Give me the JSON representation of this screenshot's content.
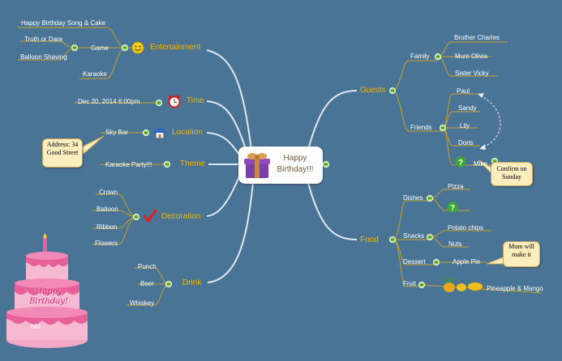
{
  "center": {
    "title": "Happy Birthday!!!"
  },
  "left_branches": {
    "entertainment": {
      "label": "Entertainment",
      "items": [
        "Happy Birthday Song & Cake",
        "Game",
        "Karaoke"
      ],
      "game_items": [
        "Truth or Dare",
        "Balloon Shaving"
      ]
    },
    "time": {
      "label": "Time",
      "value": "Dec 20, 2014   6:00pm"
    },
    "location": {
      "label": "Location",
      "value": "Sky Bar",
      "note": "Address: 34 Good Street"
    },
    "theme": {
      "label": "Theme",
      "value": "Karaoke Party!!!"
    },
    "decoration": {
      "label": "Decoration",
      "items": [
        "Crown",
        "Balloon",
        "Ribbon",
        "Flowers"
      ]
    },
    "drink": {
      "label": "Drink",
      "items": [
        "Punch",
        "Beer",
        "Whiskey"
      ]
    }
  },
  "right_branches": {
    "guests": {
      "label": "Guests",
      "family": {
        "label": "Family",
        "items": [
          "Brother Charles",
          "Mum Olivia",
          "Sister Vicky"
        ]
      },
      "friends": {
        "label": "Friends",
        "items": [
          "Paul",
          "Sandy",
          "Lily",
          "Doris",
          "Mike"
        ]
      },
      "note": "Confirm on Sunday"
    },
    "food": {
      "label": "Food",
      "dishes": {
        "label": "Dishes",
        "items": [
          "Pizza"
        ]
      },
      "snacks": {
        "label": "Snacks",
        "items": [
          "Potato chips",
          "Nuts"
        ]
      },
      "dessert": {
        "label": "Dessert",
        "items": [
          "Apple Pie"
        ]
      },
      "fruit": {
        "label": "Fruit",
        "items": [
          "Pineapple & Mango"
        ]
      },
      "note": "Mum will make it"
    }
  },
  "cake": {
    "text": "Happy Birthday!",
    "tag": "blo"
  },
  "icons": [
    "smiley-icon",
    "alarm-clock-icon",
    "house-icon",
    "checkmark-icon",
    "gift-box-icon",
    "question-icon",
    "birthday-cake-icon",
    "fruit-icon"
  ],
  "colors": {
    "background": "#4a7496",
    "main_topic": "#f0b400",
    "connector": "#c9a227",
    "collapse_button": "#8cd64a"
  }
}
